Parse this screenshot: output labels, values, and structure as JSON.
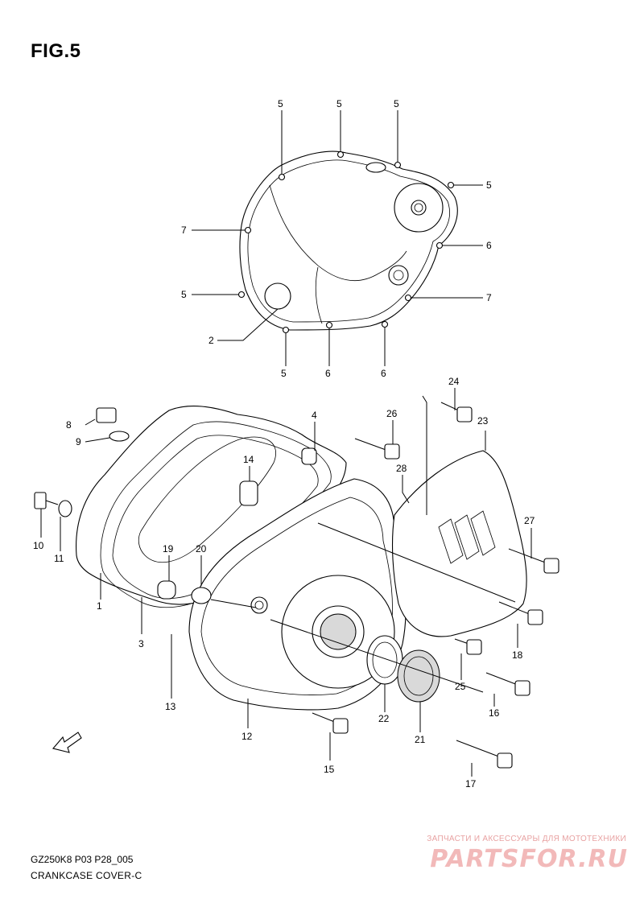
{
  "figure": {
    "title": "FIG.5",
    "code": "GZ250K8 P03 P28_005",
    "name": "CRANKCASE COVER-C"
  },
  "watermark": {
    "tagline": "ЗАПЧАСТИ И АКСЕССУАРЫ ДЛЯ МОТОТЕХНИКИ",
    "logo_text": "PARTSFOR.RU"
  },
  "fwd_label": "FWD",
  "callouts": [
    {
      "id": "c5a",
      "label": "5"
    },
    {
      "id": "c5b",
      "label": "5"
    },
    {
      "id": "c5c",
      "label": "5"
    },
    {
      "id": "c5d",
      "label": "5"
    },
    {
      "id": "c7a",
      "label": "7"
    },
    {
      "id": "c6a",
      "label": "6"
    },
    {
      "id": "c5e",
      "label": "5"
    },
    {
      "id": "c7b",
      "label": "7"
    },
    {
      "id": "c2",
      "label": "2"
    },
    {
      "id": "c5f",
      "label": "5"
    },
    {
      "id": "c6b",
      "label": "6"
    },
    {
      "id": "c6c",
      "label": "6"
    },
    {
      "id": "c24",
      "label": "24"
    },
    {
      "id": "c23",
      "label": "23"
    },
    {
      "id": "c8",
      "label": "8"
    },
    {
      "id": "c26",
      "label": "26"
    },
    {
      "id": "c4",
      "label": "4"
    },
    {
      "id": "c9",
      "label": "9"
    },
    {
      "id": "c14",
      "label": "14"
    },
    {
      "id": "c28",
      "label": "28"
    },
    {
      "id": "c10",
      "label": "10"
    },
    {
      "id": "c11",
      "label": "11"
    },
    {
      "id": "c19",
      "label": "19"
    },
    {
      "id": "c20",
      "label": "20"
    },
    {
      "id": "c27",
      "label": "27"
    },
    {
      "id": "c1",
      "label": "1"
    },
    {
      "id": "c3",
      "label": "3"
    },
    {
      "id": "c18",
      "label": "18"
    },
    {
      "id": "c25",
      "label": "25"
    },
    {
      "id": "c13",
      "label": "13"
    },
    {
      "id": "c16",
      "label": "16"
    },
    {
      "id": "c12",
      "label": "12"
    },
    {
      "id": "c22",
      "label": "22"
    },
    {
      "id": "c21",
      "label": "21"
    },
    {
      "id": "c15",
      "label": "15"
    },
    {
      "id": "c17",
      "label": "17"
    }
  ]
}
